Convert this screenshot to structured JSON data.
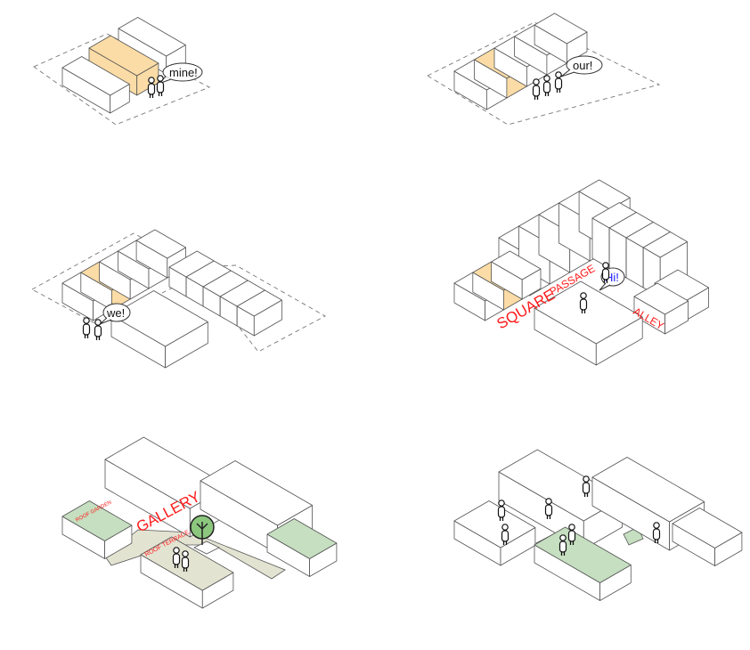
{
  "colors": {
    "highlight": "#fbdca6",
    "green": "#c5dfc0",
    "beige": "#e3e3d2",
    "glass": "#b9dcef",
    "label": "#ff1a1a",
    "line": "#555555",
    "hi_text": "#1a1aff"
  },
  "panels": [
    {
      "bubble": "mine!"
    },
    {
      "bubble": "our!"
    },
    {
      "bubble": "we!"
    },
    {
      "bubble": "Hi!",
      "labels": {
        "square": "SQUARE",
        "passage": "PASSAGE",
        "alley": "ALLEY"
      }
    },
    {
      "labels": {
        "gallery": "GALLERY",
        "roof_garden": "ROOF GARDEN",
        "roof_terrace": "ROOF TERRACE"
      }
    },
    {}
  ]
}
